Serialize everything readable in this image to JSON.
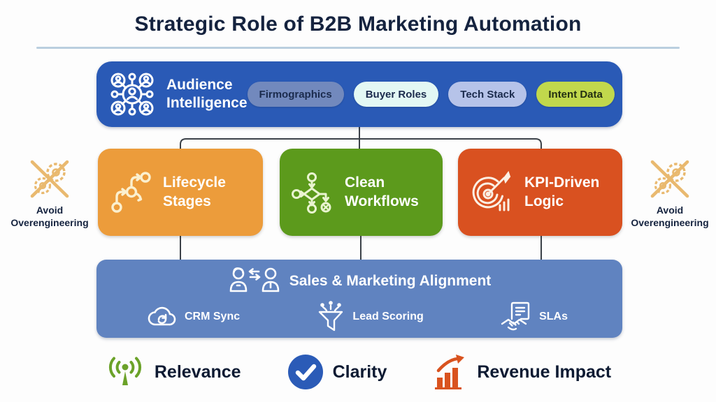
{
  "title": "Strategic Role of B2B Marketing Automation",
  "audience": {
    "label": "Audience Intelligence",
    "icon": "network-people-icon",
    "bg": "#2A5AB6",
    "pills": [
      {
        "label": "Firmographics",
        "bg": "#7289BD",
        "fg": "#1B2B4D"
      },
      {
        "label": "Buyer Roles",
        "bg": "#E3F8F4",
        "fg": "#1B2B4D"
      },
      {
        "label": "Tech Stack",
        "bg": "#B6C3E9",
        "fg": "#1B2B4D"
      },
      {
        "label": "Intent Data",
        "bg": "#C1D84C",
        "fg": "#232F12"
      }
    ]
  },
  "pillars": [
    {
      "label": "Lifecycle Stages",
      "bg": "#EC9C3B",
      "icon": "lifecycle-stages-icon"
    },
    {
      "label": "Clean Workflows",
      "bg": "#5C9A1C",
      "icon": "workflow-icon"
    },
    {
      "label": "KPI-Driven Logic",
      "bg": "#D95120",
      "icon": "target-dart-icon"
    }
  ],
  "warnings": {
    "left": {
      "label": "Avoid Overengineering",
      "icon": "crossed-gears-icon"
    },
    "right": {
      "label": "Avoid Overengineering",
      "icon": "crossed-gears-icon"
    },
    "icon_color": "#E9B96F"
  },
  "alignment": {
    "title": "Sales & Marketing Alignment",
    "icon": "people-exchange-icon",
    "bg": "#6083C0",
    "items": [
      {
        "label": "CRM Sync",
        "icon": "cloud-sync-icon"
      },
      {
        "label": "Lead Scoring",
        "icon": "funnel-icon"
      },
      {
        "label": "SLAs",
        "icon": "document-handshake-icon"
      }
    ]
  },
  "footer": [
    {
      "label": "Relevance",
      "icon": "broadcast-icon",
      "color": "#6BA229"
    },
    {
      "label": "Clarity",
      "icon": "check-circle-icon",
      "color": "#2B5BB7"
    },
    {
      "label": "Revenue Impact",
      "icon": "growth-arrow-icon",
      "color": "#D9531F"
    }
  ],
  "colors": {
    "title_text": "#15233F",
    "divider": "#BACFDF",
    "connector": "#3B4148"
  }
}
